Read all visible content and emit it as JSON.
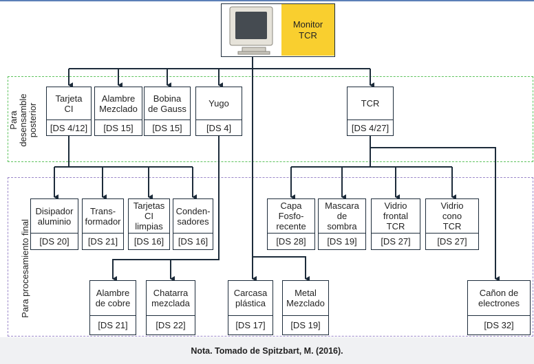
{
  "root": {
    "label": "Monitor\nTCR",
    "icon": "crt-monitor-icon"
  },
  "zones": {
    "disassembly": "Para\ndesensamble\nposterior",
    "final": "Para procesamiento final"
  },
  "level1": [
    {
      "id": "tarjeta",
      "label": "Tarjeta\nCI",
      "ds": "[DS 4/12]"
    },
    {
      "id": "alambre",
      "label": "Alambre\nMezclado",
      "ds": "[DS 15]"
    },
    {
      "id": "bobina",
      "label": "Bobina\nde Gauss",
      "ds": "[DS 15]"
    },
    {
      "id": "yugo",
      "label": "Yugo",
      "ds": "[DS 4]"
    },
    {
      "id": "tcr",
      "label": "TCR",
      "ds": "[DS 4/27]"
    }
  ],
  "level2": [
    {
      "id": "disipador",
      "label": "Disipador\naluminio",
      "ds": "[DS 20]"
    },
    {
      "id": "transformador",
      "label": "Trans-\nformador",
      "ds": "[DS 21]"
    },
    {
      "id": "tarjetas-limpias",
      "label": "Tarjetas\nCI\nlimpias",
      "ds": "[DS 16]"
    },
    {
      "id": "condensadores",
      "label": "Conden-\nsadores",
      "ds": "[DS 16]"
    },
    {
      "id": "capa",
      "label": "Capa\nFosfo-\nrecente",
      "ds": "[DS 28]"
    },
    {
      "id": "mascara",
      "label": "Mascara\nde\nsombra",
      "ds": "[DS 19]"
    },
    {
      "id": "vidrio-frontal",
      "label": "Vidrio\nfrontal\nTCR",
      "ds": "[DS 27]"
    },
    {
      "id": "vidrio-cono",
      "label": "Vidrio\ncono\nTCR",
      "ds": "[DS 27]"
    }
  ],
  "level3": [
    {
      "id": "alambre-cobre",
      "label": "Alambre\nde cobre",
      "ds": "[DS 21]"
    },
    {
      "id": "chatarra",
      "label": "Chatarra\nmezclada",
      "ds": "[DS 22]"
    },
    {
      "id": "carcasa",
      "label": "Carcasa\nplástica",
      "ds": "[DS 17]"
    },
    {
      "id": "metal",
      "label": "Metal\nMezclado",
      "ds": "[DS 19]"
    },
    {
      "id": "canon",
      "label": "Cañon de\nelectrones",
      "ds": "[DS 32]"
    }
  ],
  "footer": "Nota. Tomado de Spitzbart, M. (2016).",
  "colors": {
    "green_zone": "#5cc25c",
    "purple_zone": "#9a86c9",
    "monitor_label": "#f9cf2f",
    "lines": "#1c2b3a"
  }
}
